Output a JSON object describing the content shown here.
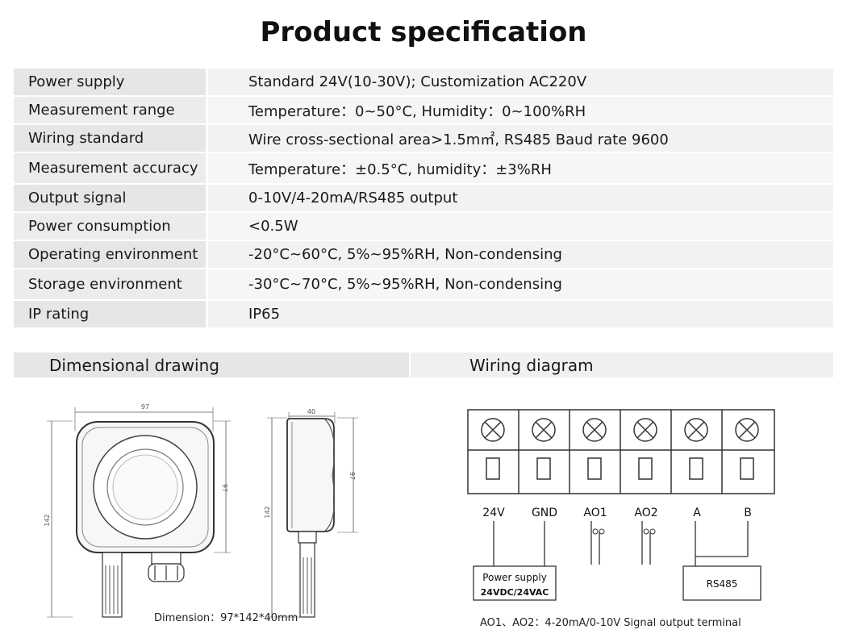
{
  "title": "Product specification",
  "specs": [
    {
      "label": "Power supply",
      "value": "Standard 24V(10-30V); Customization AC220V"
    },
    {
      "label": "Measurement range",
      "value": "Temperature：0~50°C, Humidity：0~100%RH"
    },
    {
      "label": "Wiring standard",
      "value": "Wire cross-sectional area>1.5m㎡, RS485 Baud rate 9600"
    },
    {
      "label": "Measurement accuracy",
      "value": "Temperature：±0.5°C,  humidity：±3%RH"
    },
    {
      "label": "Output signal",
      "value": "0-10V/4-20mA/RS485 output"
    },
    {
      "label": "Power consumption",
      "value": "<0.5W"
    },
    {
      "label": "Operating environment",
      "value": "-20°C~60°C, 5%~95%RH, Non-condensing"
    },
    {
      "label": "Storage environment",
      "value": "-30°C~70°C, 5%~95%RH, Non-condensing"
    },
    {
      "label": "IP rating",
      "value": "IP65"
    }
  ],
  "dimensional": {
    "heading": "Dimensional drawing",
    "dim_width": "97",
    "dim_height_body": "97",
    "dim_height_total": "142",
    "dim_depth": "40",
    "dim_side_height_body": "97",
    "dim_side_height_total": "142",
    "caption": "Dimension：97*142*40mm"
  },
  "wiring": {
    "heading": "Wiring diagram",
    "terminals": [
      "24V",
      "GND",
      "AO1",
      "AO2",
      "A",
      "B"
    ],
    "power_box_line1": "Power supply",
    "power_box_line2": "24VDC/24VAC",
    "rs485_box": "RS485",
    "caption": "AO1、AO2：4-20mA/0-10V Signal output terminal"
  }
}
